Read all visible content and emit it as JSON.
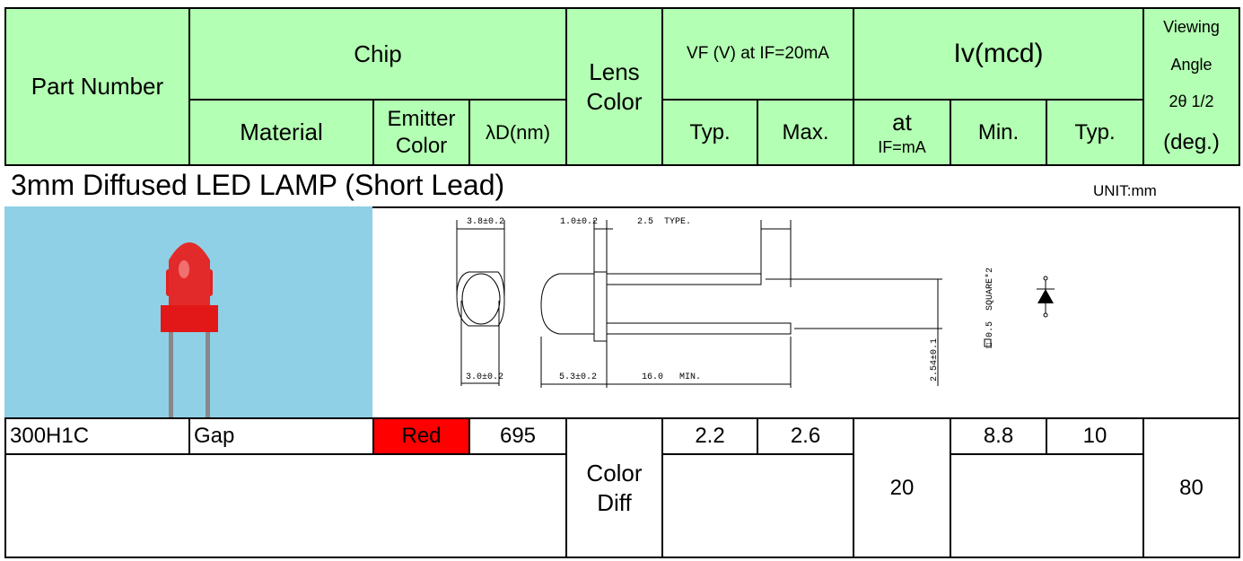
{
  "header": {
    "part_number": "Part Number",
    "chip": "Chip",
    "material": "Material",
    "emitter_color_1": "Emitter",
    "emitter_color_2": "Color",
    "wavelength": "λD(nm)",
    "lens_color_1": "Lens",
    "lens_color_2": "Color",
    "vf": "VF (V) at IF=20mA",
    "vf_typ": "Typ.",
    "vf_max": "Max.",
    "iv": "Iv(mcd)",
    "iv_at_1": "at",
    "iv_at_2": "IF=mA",
    "iv_min": "Min.",
    "iv_typ": "Typ.",
    "viewing_1": "Viewing",
    "viewing_2": "Angle",
    "viewing_3": "2θ 1/2",
    "viewing_4": "(deg.)"
  },
  "section": {
    "title": "3mm Diffused LED LAMP (Short Lead)",
    "unit": "UNIT:mm"
  },
  "drawing": {
    "dim_outer": "3.8±0.2",
    "dim_inner": "3.0±0.2",
    "dim_flange": "1.0±0.2",
    "dim_lead_end": "2.5  TYPE.",
    "dim_body": "5.3±0.2",
    "dim_lead": "16.0   MIN.",
    "dim_pitch": "2.54±0.1",
    "lead_note": "□ 0.5  SQUARE*2"
  },
  "row": {
    "part": "300H1C",
    "material": "Gap",
    "emitter_color": "Red",
    "emitter_hex": "#ff0000",
    "wavelength": "695",
    "lens_color_1": "Color",
    "lens_color_2": "Diff",
    "vf_typ": "2.2",
    "vf_max": "2.6",
    "if_ma": "20",
    "iv_min": "8.8",
    "iv_typ": "10",
    "angle": "80"
  }
}
